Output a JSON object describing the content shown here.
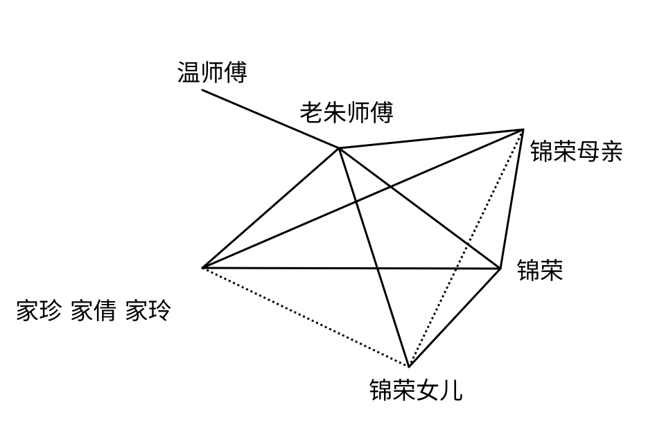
{
  "nodes": {
    "wen": {
      "label": "温师傅"
    },
    "zhu": {
      "label": "老朱师傅"
    },
    "mother": {
      "label": "锦荣母亲"
    },
    "jinrong": {
      "label": "锦荣"
    },
    "daughter": {
      "label": "锦荣女儿"
    },
    "family": {
      "label": "家珍  家倩  家玲"
    }
  },
  "edges": [
    {
      "from": "wen",
      "to": "zhu",
      "style": "solid"
    },
    {
      "from": "zhu",
      "to": "mother",
      "style": "solid"
    },
    {
      "from": "zhu",
      "to": "family",
      "style": "solid"
    },
    {
      "from": "zhu",
      "to": "jinrong",
      "style": "solid"
    },
    {
      "from": "zhu",
      "to": "daughter",
      "style": "solid"
    },
    {
      "from": "family",
      "to": "mother",
      "style": "solid"
    },
    {
      "from": "family",
      "to": "jinrong",
      "style": "solid"
    },
    {
      "from": "mother",
      "to": "jinrong",
      "style": "solid"
    },
    {
      "from": "jinrong",
      "to": "daughter",
      "style": "solid"
    },
    {
      "from": "mother",
      "to": "daughter",
      "style": "dotted"
    },
    {
      "from": "family",
      "to": "daughter",
      "style": "dotted"
    }
  ],
  "colors": {
    "line": "#000000",
    "background": "#ffffff"
  }
}
